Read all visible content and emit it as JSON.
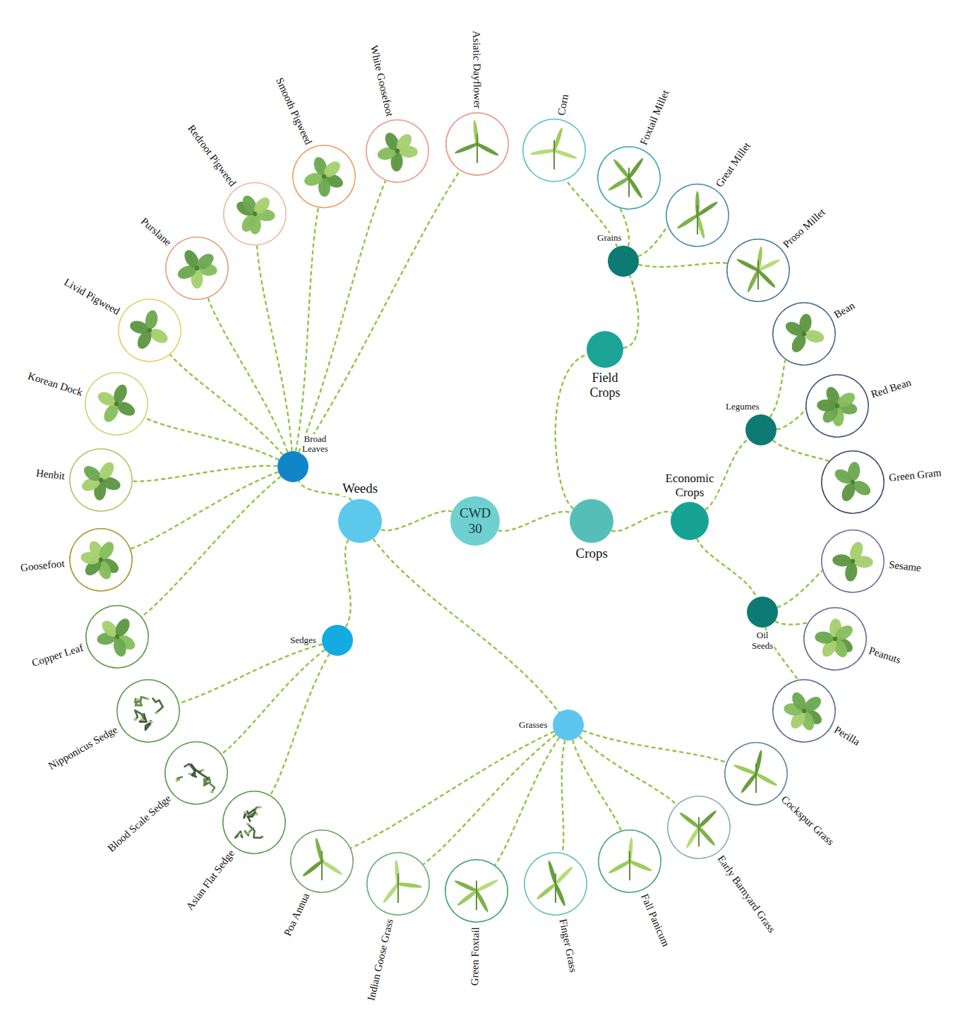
{
  "diagram": {
    "nodes": [
      {
        "text": [
          "CWD 30"
        ]
      },
      {
        "text": [
          "Weeds"
        ]
      },
      {
        "text": [
          "Crops"
        ]
      },
      {
        "text": [
          "Broad Leaves"
        ]
      },
      {
        "text": [
          "Sedges"
        ]
      },
      {
        "text": [
          "Grasses"
        ]
      },
      {
        "text": [
          "Field Crops"
        ]
      },
      {
        "text": [
          "Economic Crops"
        ]
      },
      {
        "text": [
          "Grains"
        ]
      },
      {
        "text": [
          "Legumes"
        ]
      },
      {
        "text": [
          "Oil Seeds"
        ]
      },
      {
        "text": [
          "Copper Leaf"
        ]
      },
      {
        "text": [
          "Goosefoot"
        ]
      },
      {
        "text": [
          "Henbit"
        ]
      },
      {
        "text": [
          "Korean Dock"
        ]
      },
      {
        "text": [
          "Livid Pigweed"
        ]
      },
      {
        "text": [
          "Purslane"
        ]
      },
      {
        "text": [
          "Redroot Pigweed"
        ]
      },
      {
        "text": [
          "Smooth Pigweed"
        ]
      },
      {
        "text": [
          "White Goosefoot"
        ]
      },
      {
        "text": [
          "Asiatic Dayflower"
        ]
      },
      {
        "text": [
          "Corn"
        ]
      },
      {
        "text": [
          "Foxtail Millet"
        ]
      },
      {
        "text": [
          "Great Millet"
        ]
      },
      {
        "text": [
          "Proso Millet"
        ]
      },
      {
        "text": [
          "Bean"
        ]
      },
      {
        "text": [
          "Red Bean"
        ]
      },
      {
        "text": [
          "Green Gram"
        ]
      },
      {
        "text": [
          "Sesame"
        ]
      },
      {
        "text": [
          "Peanuts"
        ]
      },
      {
        "text": [
          "Perilla"
        ]
      },
      {
        "text": [
          "Cockspur Grass"
        ]
      },
      {
        "text": [
          "Early Barnyard Grass"
        ]
      },
      {
        "text": [
          "Fall Panicum"
        ]
      },
      {
        "text": [
          "Finger Grass"
        ]
      },
      {
        "text": [
          "Green Foxtail"
        ]
      },
      {
        "text": [
          "Indian Goose Grass"
        ]
      },
      {
        "text": [
          "Poa Annua"
        ]
      },
      {
        "text": [
          "Asian Flat Sedge"
        ]
      },
      {
        "text": [
          "Blood Scale Sedge"
        ]
      },
      {
        "text": [
          "Nipponicus Sedge"
        ]
      }
    ],
    "edges": [
      {
        "from": 0,
        "to": 1,
        "arrow": "none"
      },
      {
        "from": 0,
        "to": 2,
        "arrow": "none"
      },
      {
        "from": 1,
        "to": 3,
        "arrow": "none"
      },
      {
        "from": 1,
        "to": 4,
        "arrow": "none"
      },
      {
        "from": 1,
        "to": 5,
        "arrow": "none"
      },
      {
        "from": 2,
        "to": 6,
        "arrow": "none"
      },
      {
        "from": 2,
        "to": 7,
        "arrow": "none"
      },
      {
        "from": 6,
        "to": 8,
        "arrow": "none"
      },
      {
        "from": 7,
        "to": 9,
        "arrow": "none"
      },
      {
        "from": 7,
        "to": 10,
        "arrow": "none"
      },
      {
        "from": 3,
        "to": 11,
        "arrow": "none"
      },
      {
        "from": 3,
        "to": 12,
        "arrow": "none"
      },
      {
        "from": 3,
        "to": 13,
        "arrow": "none"
      },
      {
        "from": 3,
        "to": 14,
        "arrow": "none"
      },
      {
        "from": 3,
        "to": 15,
        "arrow": "none"
      },
      {
        "from": 3,
        "to": 16,
        "arrow": "none"
      },
      {
        "from": 3,
        "to": 17,
        "arrow": "none"
      },
      {
        "from": 3,
        "to": 18,
        "arrow": "none"
      },
      {
        "from": 3,
        "to": 19,
        "arrow": "none"
      },
      {
        "from": 3,
        "to": 20,
        "arrow": "none"
      },
      {
        "from": 8,
        "to": 21,
        "arrow": "none"
      },
      {
        "from": 8,
        "to": 22,
        "arrow": "none"
      },
      {
        "from": 8,
        "to": 23,
        "arrow": "none"
      },
      {
        "from": 8,
        "to": 24,
        "arrow": "none"
      },
      {
        "from": 9,
        "to": 25,
        "arrow": "none"
      },
      {
        "from": 9,
        "to": 26,
        "arrow": "none"
      },
      {
        "from": 9,
        "to": 27,
        "arrow": "none"
      },
      {
        "from": 10,
        "to": 28,
        "arrow": "none"
      },
      {
        "from": 10,
        "to": 29,
        "arrow": "none"
      },
      {
        "from": 10,
        "to": 30,
        "arrow": "none"
      },
      {
        "from": 5,
        "to": 31,
        "arrow": "none"
      },
      {
        "from": 5,
        "to": 32,
        "arrow": "none"
      },
      {
        "from": 5,
        "to": 33,
        "arrow": "none"
      },
      {
        "from": 5,
        "to": 34,
        "arrow": "none"
      },
      {
        "from": 5,
        "to": 35,
        "arrow": "none"
      },
      {
        "from": 5,
        "to": 36,
        "arrow": "none"
      },
      {
        "from": 5,
        "to": 37,
        "arrow": "none"
      },
      {
        "from": 4,
        "to": 38,
        "arrow": "none"
      },
      {
        "from": 4,
        "to": 39,
        "arrow": "none"
      },
      {
        "from": 4,
        "to": 40,
        "arrow": "none"
      }
    ]
  }
}
